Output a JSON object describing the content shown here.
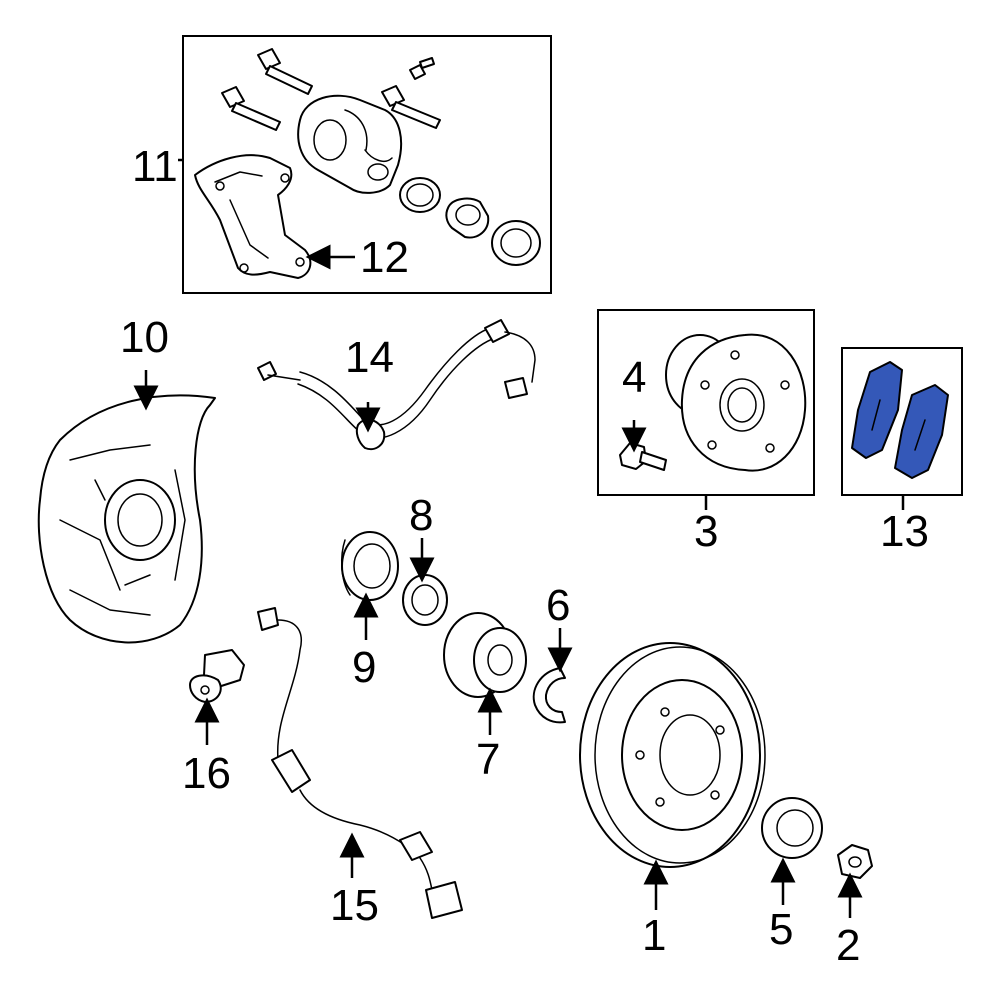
{
  "diagram": {
    "callouts": [
      {
        "id": "1",
        "label": "1"
      },
      {
        "id": "2",
        "label": "2"
      },
      {
        "id": "3",
        "label": "3"
      },
      {
        "id": "4",
        "label": "4"
      },
      {
        "id": "5",
        "label": "5"
      },
      {
        "id": "6",
        "label": "6"
      },
      {
        "id": "7",
        "label": "7"
      },
      {
        "id": "8",
        "label": "8"
      },
      {
        "id": "9",
        "label": "9"
      },
      {
        "id": "10",
        "label": "10"
      },
      {
        "id": "11",
        "label": "11"
      },
      {
        "id": "12",
        "label": "12"
      },
      {
        "id": "13",
        "label": "13"
      },
      {
        "id": "14",
        "label": "14"
      },
      {
        "id": "15",
        "label": "15"
      },
      {
        "id": "16",
        "label": "16"
      }
    ],
    "highlight_color": "#3458b8",
    "line_color": "#000000",
    "background": "#ffffff"
  }
}
